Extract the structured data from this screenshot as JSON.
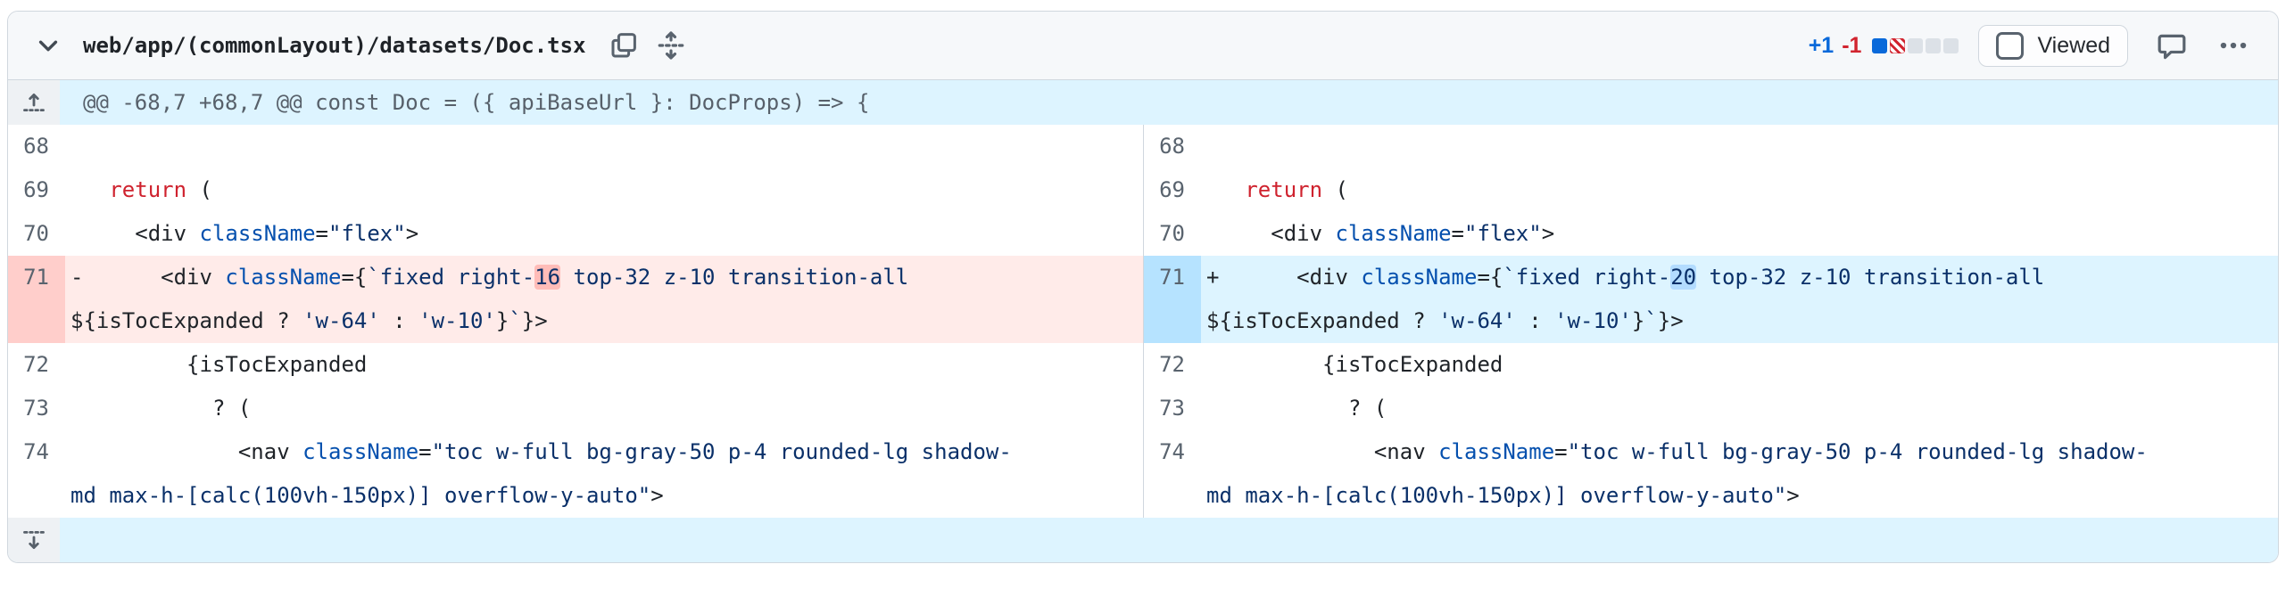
{
  "header": {
    "file_path": "web/app/(commonLayout)/datasets/Doc.tsx",
    "additions_label": "+1",
    "deletions_label": "-1",
    "diffstat_squares": [
      "addition",
      "deletion",
      "neutral",
      "neutral",
      "neutral"
    ],
    "viewed_label": "Viewed",
    "viewed_checked": false,
    "icons": {
      "collapse": "chevron-down-icon",
      "copy": "copy-icon",
      "expand_all": "unfold-vertical-icon",
      "comment": "comment-icon",
      "menu": "kebab-horizontal-icon"
    }
  },
  "colors": {
    "addition_accent": "#0969da",
    "deletion_accent": "#d1242f",
    "addition_line_bg": "#ddf4ff",
    "deletion_line_bg": "#ffebe9",
    "hunk_bg": "#ddf4ff",
    "border": "#d0d7de"
  },
  "hunk": {
    "header_text": "@@ -68,7 +68,7 @@ const Doc = ({ apiBaseUrl }: DocProps) => {"
  },
  "diff": {
    "left": [
      {
        "num": "68",
        "sign": "",
        "type": "context",
        "tokens": []
      },
      {
        "num": "69",
        "sign": "",
        "type": "context",
        "tokens": [
          [
            "p",
            "  "
          ],
          [
            "k",
            "return"
          ],
          [
            "p",
            " ("
          ]
        ]
      },
      {
        "num": "70",
        "sign": "",
        "type": "context",
        "tokens": [
          [
            "p",
            "    <div "
          ],
          [
            "e",
            "className"
          ],
          [
            "p",
            "="
          ],
          [
            "s",
            "\"flex\""
          ],
          [
            "p",
            ">"
          ]
        ]
      },
      {
        "num": "71",
        "sign": "-",
        "type": "del",
        "tokens": [
          [
            "p",
            "      <div "
          ],
          [
            "e",
            "className"
          ],
          [
            "p",
            "={"
          ],
          [
            "s",
            "`fixed right-"
          ],
          [
            "wd",
            "16"
          ],
          [
            "s",
            " top-32 z-10 transition-all "
          ],
          [
            "p",
            "${isTocExpanded ? "
          ],
          [
            "s",
            "'w-64'"
          ],
          [
            "p",
            " : "
          ],
          [
            "s",
            "'w-10'"
          ],
          [
            "p",
            "}"
          ],
          [
            "s",
            "`"
          ],
          [
            "p",
            "}>"
          ]
        ]
      },
      {
        "num": "72",
        "sign": "",
        "type": "context",
        "tokens": [
          [
            "p",
            "        {isTocExpanded"
          ]
        ]
      },
      {
        "num": "73",
        "sign": "",
        "type": "context",
        "tokens": [
          [
            "p",
            "          ? ("
          ]
        ]
      },
      {
        "num": "74",
        "sign": "",
        "type": "context",
        "tokens": [
          [
            "p",
            "            <nav "
          ],
          [
            "e",
            "className"
          ],
          [
            "p",
            "="
          ],
          [
            "s",
            "\"toc w-full bg-gray-50 p-4 rounded-lg shadow-md max-h-[calc(100vh-150px)] overflow-y-auto\""
          ],
          [
            "p",
            ">"
          ]
        ]
      }
    ],
    "right": [
      {
        "num": "68",
        "sign": "",
        "type": "context",
        "tokens": []
      },
      {
        "num": "69",
        "sign": "",
        "type": "context",
        "tokens": [
          [
            "p",
            "  "
          ],
          [
            "k",
            "return"
          ],
          [
            "p",
            " ("
          ]
        ]
      },
      {
        "num": "70",
        "sign": "",
        "type": "context",
        "tokens": [
          [
            "p",
            "    <div "
          ],
          [
            "e",
            "className"
          ],
          [
            "p",
            "="
          ],
          [
            "s",
            "\"flex\""
          ],
          [
            "p",
            ">"
          ]
        ]
      },
      {
        "num": "71",
        "sign": "+",
        "type": "add",
        "tokens": [
          [
            "p",
            "      <div "
          ],
          [
            "e",
            "className"
          ],
          [
            "p",
            "={"
          ],
          [
            "s",
            "`fixed right-"
          ],
          [
            "wa",
            "20"
          ],
          [
            "s",
            " top-32 z-10 transition-all "
          ],
          [
            "p",
            "${isTocExpanded ? "
          ],
          [
            "s",
            "'w-64'"
          ],
          [
            "p",
            " : "
          ],
          [
            "s",
            "'w-10'"
          ],
          [
            "p",
            "}"
          ],
          [
            "s",
            "`"
          ],
          [
            "p",
            "}>"
          ]
        ]
      },
      {
        "num": "72",
        "sign": "",
        "type": "context",
        "tokens": [
          [
            "p",
            "        {isTocExpanded"
          ]
        ]
      },
      {
        "num": "73",
        "sign": "",
        "type": "context",
        "tokens": [
          [
            "p",
            "          ? ("
          ]
        ]
      },
      {
        "num": "74",
        "sign": "",
        "type": "context",
        "tokens": [
          [
            "p",
            "            <nav "
          ],
          [
            "e",
            "className"
          ],
          [
            "p",
            "="
          ],
          [
            "s",
            "\"toc w-full bg-gray-50 p-4 rounded-lg shadow-md max-h-[calc(100vh-150px)] overflow-y-auto\""
          ],
          [
            "p",
            ">"
          ]
        ]
      }
    ]
  }
}
